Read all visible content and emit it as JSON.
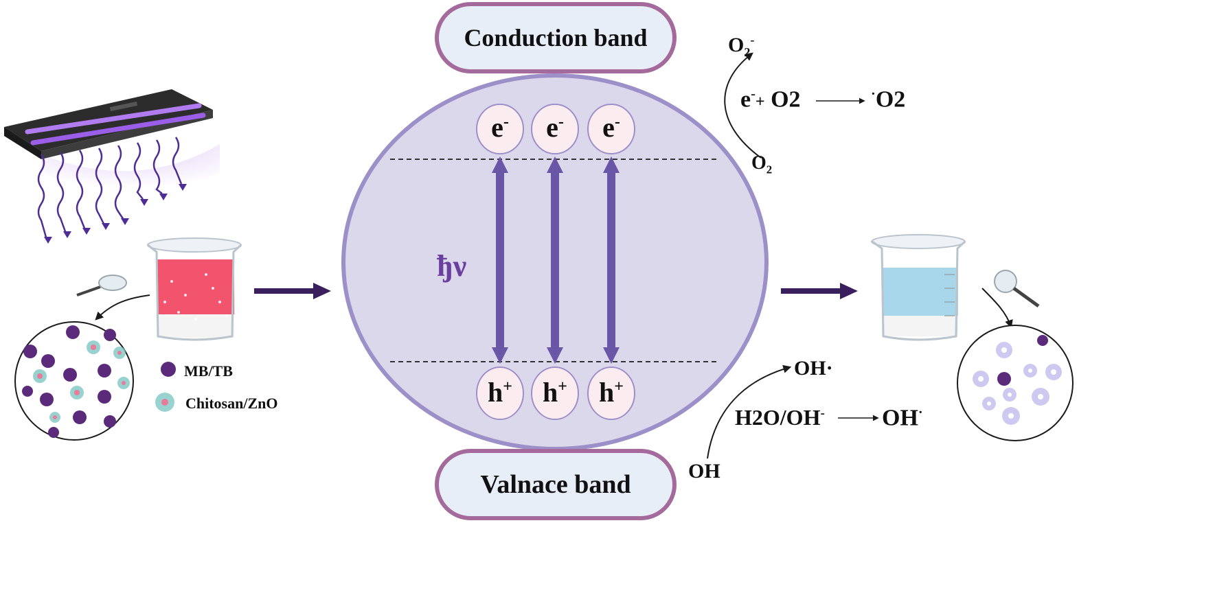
{
  "band_labels": {
    "conduction": "Conduction band",
    "valence": "Valnace band"
  },
  "photon_label": "ђν",
  "electron": {
    "symbol": "e",
    "charge": "-"
  },
  "hole": {
    "symbol": "h",
    "charge": "+"
  },
  "reactions": {
    "superoxide_product_base": "O",
    "superoxide_product_sub": "2",
    "superoxide_product_sup": "-",
    "oxygen_reactant_base": "O",
    "oxygen_reactant_sub": "2",
    "eq1_e": "e",
    "eq1_e_sup": "-",
    "eq1_plus": "+",
    "eq1_o2": "O2",
    "eq1_dot": "·",
    "eq1_prod": "O2",
    "oh_radical_top": "OH·",
    "eq2_left": "H2O/OH",
    "eq2_left_sup": "-",
    "eq2_right": "OH",
    "eq2_right_dot": "·",
    "oh_bottom": "OH"
  },
  "legend": {
    "dye": "MB/TB",
    "catalyst": "Chitosan/ZnO"
  },
  "colors": {
    "band_fill": "#e8eef8",
    "band_border": "#a46a9c",
    "circle_fill": "#dcd8ec",
    "circle_border": "#9d90c8",
    "arrow_purple": "#6a56a6",
    "flow_arrow": "#3a1f5c",
    "dye_particle": "#5c2a7a",
    "red_solution": "#f2546d",
    "blue_solution": "#a8d6ea"
  }
}
